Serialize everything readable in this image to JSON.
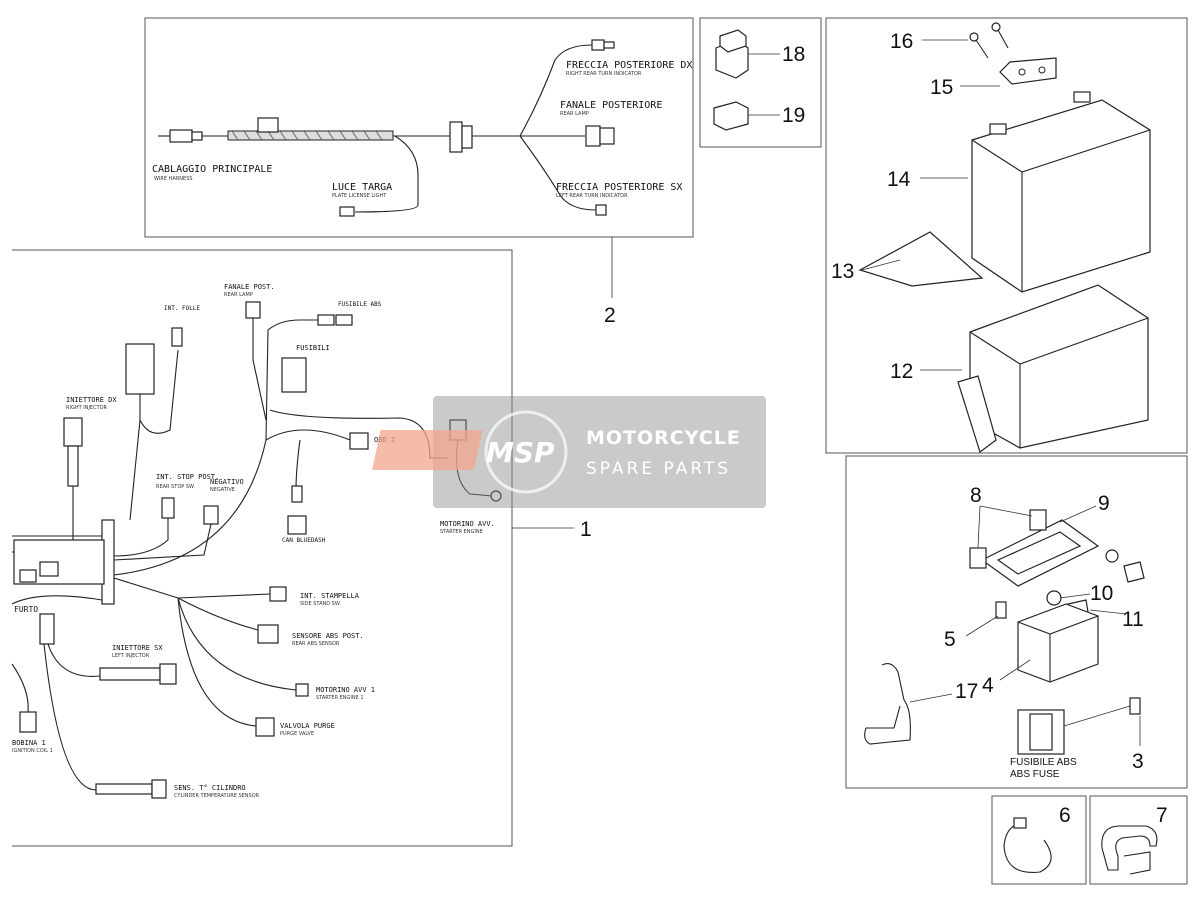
{
  "watermark": {
    "logo": "MSP",
    "title": "MOTORCYCLE",
    "subtitle": "SPARE PARTS"
  },
  "parts": {
    "p1": "1",
    "p2": "2",
    "p3": "3",
    "p4": "4",
    "p5": "5",
    "p6": "6",
    "p7": "7",
    "p8": "8",
    "p9": "9",
    "p10": "10",
    "p11": "11",
    "p12": "12",
    "p13": "13",
    "p14": "14",
    "p15": "15",
    "p16": "16",
    "p17": "17",
    "p18": "18",
    "p19": "19"
  },
  "rear_harness": {
    "main": "CABLAGGIO PRINCIPALE",
    "main_en": "WIRE HARNESS",
    "license": "LUCE TARGA",
    "license_en": "PLATE LICENSE LIGHT",
    "right_ind": "FRECCIA POSTERIORE DX",
    "right_ind_en": "RIGHT REAR TURN INDICATOR",
    "rear_lamp": "FANALE POSTERIORE",
    "rear_lamp_en": "REAR LAMP",
    "left_ind": "FRECCIA POSTERIORE SX",
    "left_ind_en": "LEFT REAR TURN INDICATOR"
  },
  "main_harness": {
    "fanale_post": "FANALE POST.",
    "fanale_post_en": "REAR LAMP",
    "int_folle": "INT. FOLLE",
    "fusibile_abs": "FUSIBILE ABS",
    "fusibili": "FUSIBILI",
    "iniettore_dx": "INIETTORE DX",
    "iniettore_dx_en": "RIGHT INJECTOR",
    "obd": "OBD 2",
    "int_stop": "INT. STOP POST.",
    "int_stop_en": "REAR STOP SW.",
    "negativo": "NEGATIVO",
    "negativo_en": "NEGATIVE",
    "can": "CAN BLUEDASH",
    "motorino": "MOTORINO AVV.",
    "motorino_en": "STARTER ENGINE",
    "furto": "FURTO",
    "int_stampella": "INT. STAMPELLA",
    "int_stampella_en": "SIDE STAND SW.",
    "sensore_abs": "SENSORE ABS POST.",
    "sensore_abs_en": "REAR ABS SENSOR",
    "iniettore_sx": "INIETTORE SX",
    "iniettore_sx_en": "LEFT INJECTOR",
    "motorino_1": "MOTORINO AVV 1",
    "motorino_1_en": "STARTER ENGINE 1",
    "valvola": "VALVOLA PURGE",
    "valvola_en": "PURGE VALVE",
    "bobina": "BOBINA 1",
    "bobina_en": "IGNITION COIL 1",
    "sens_cil": "SENS. T° CILINDRO",
    "sens_cil_en": "CYLINDER TEMPERATURE SENSOR"
  },
  "fuse": {
    "abs_it": "FUSIBILE ABS",
    "abs_en": "ABS FUSE"
  }
}
